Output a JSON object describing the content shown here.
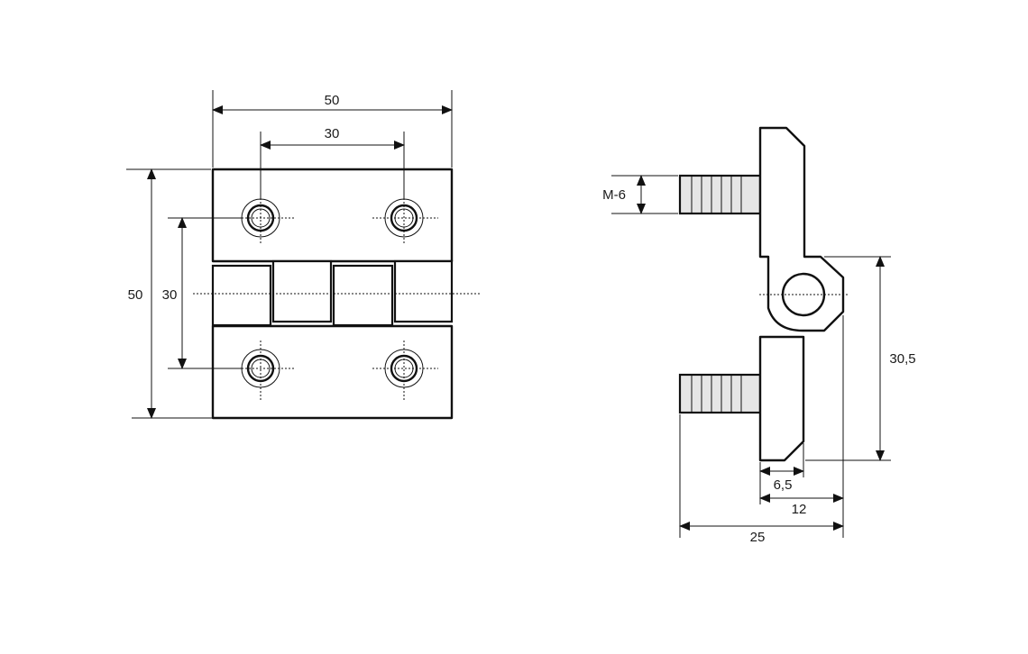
{
  "front_view": {
    "overall_width": "50",
    "hole_spacing_horizontal": "30",
    "overall_height": "50",
    "hole_spacing_vertical": "30"
  },
  "side_view": {
    "thread": "M-6",
    "pin_axis_distance": "30,5",
    "flange_thickness": "6,5",
    "body_depth": "12",
    "overall_depth": "25"
  }
}
